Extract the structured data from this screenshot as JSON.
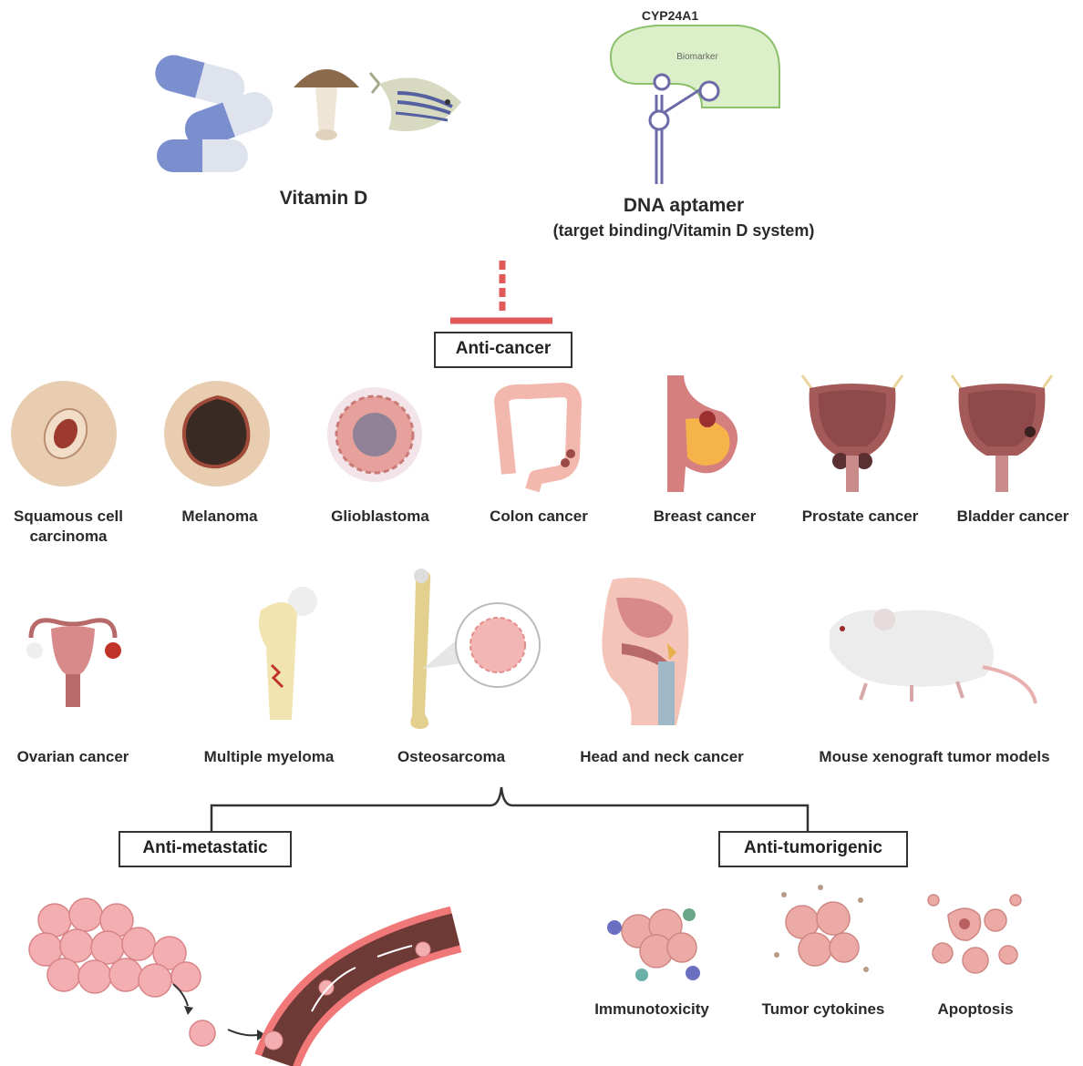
{
  "top": {
    "vitamin_d": "Vitamin D",
    "enzyme": "CYP24A1",
    "biomarker": "Biomarker",
    "aptamer_title": "DNA aptamer",
    "aptamer_sub": "(target binding/Vitamin D system)"
  },
  "boxes": {
    "anti_cancer": "Anti-cancer",
    "anti_metastatic": "Anti-metastatic",
    "anti_tumorigenic": "Anti-tumorigenic"
  },
  "row1": [
    {
      "label": "Squamous cell carcinoma",
      "line1": "Squamous cell",
      "line2": "carcinoma"
    },
    {
      "label": "Melanoma"
    },
    {
      "label": "Glioblastoma"
    },
    {
      "label": "Colon cancer"
    },
    {
      "label": "Breast cancer"
    },
    {
      "label": "Prostate cancer"
    },
    {
      "label": "Bladder cancer"
    }
  ],
  "row2": [
    {
      "label": "Ovarian cancer"
    },
    {
      "label": "Multiple myeloma"
    },
    {
      "label": "Osteosarcoma"
    },
    {
      "label": "Head and neck cancer"
    },
    {
      "label": "Mouse xenograft tumor models"
    }
  ],
  "tumorigenic": [
    {
      "label": "Immunotoxicity"
    },
    {
      "label": "Tumor cytokines"
    },
    {
      "label": "Apoptosis"
    }
  ],
  "colors": {
    "inhibit": "#e05a5a",
    "skin": "#e9cdb0",
    "tumor_pink": "#f0a9a6",
    "organ": "#a85a5a",
    "aptamer_green": "#dbefc9",
    "aptamer_line": "#6d6aa8"
  }
}
